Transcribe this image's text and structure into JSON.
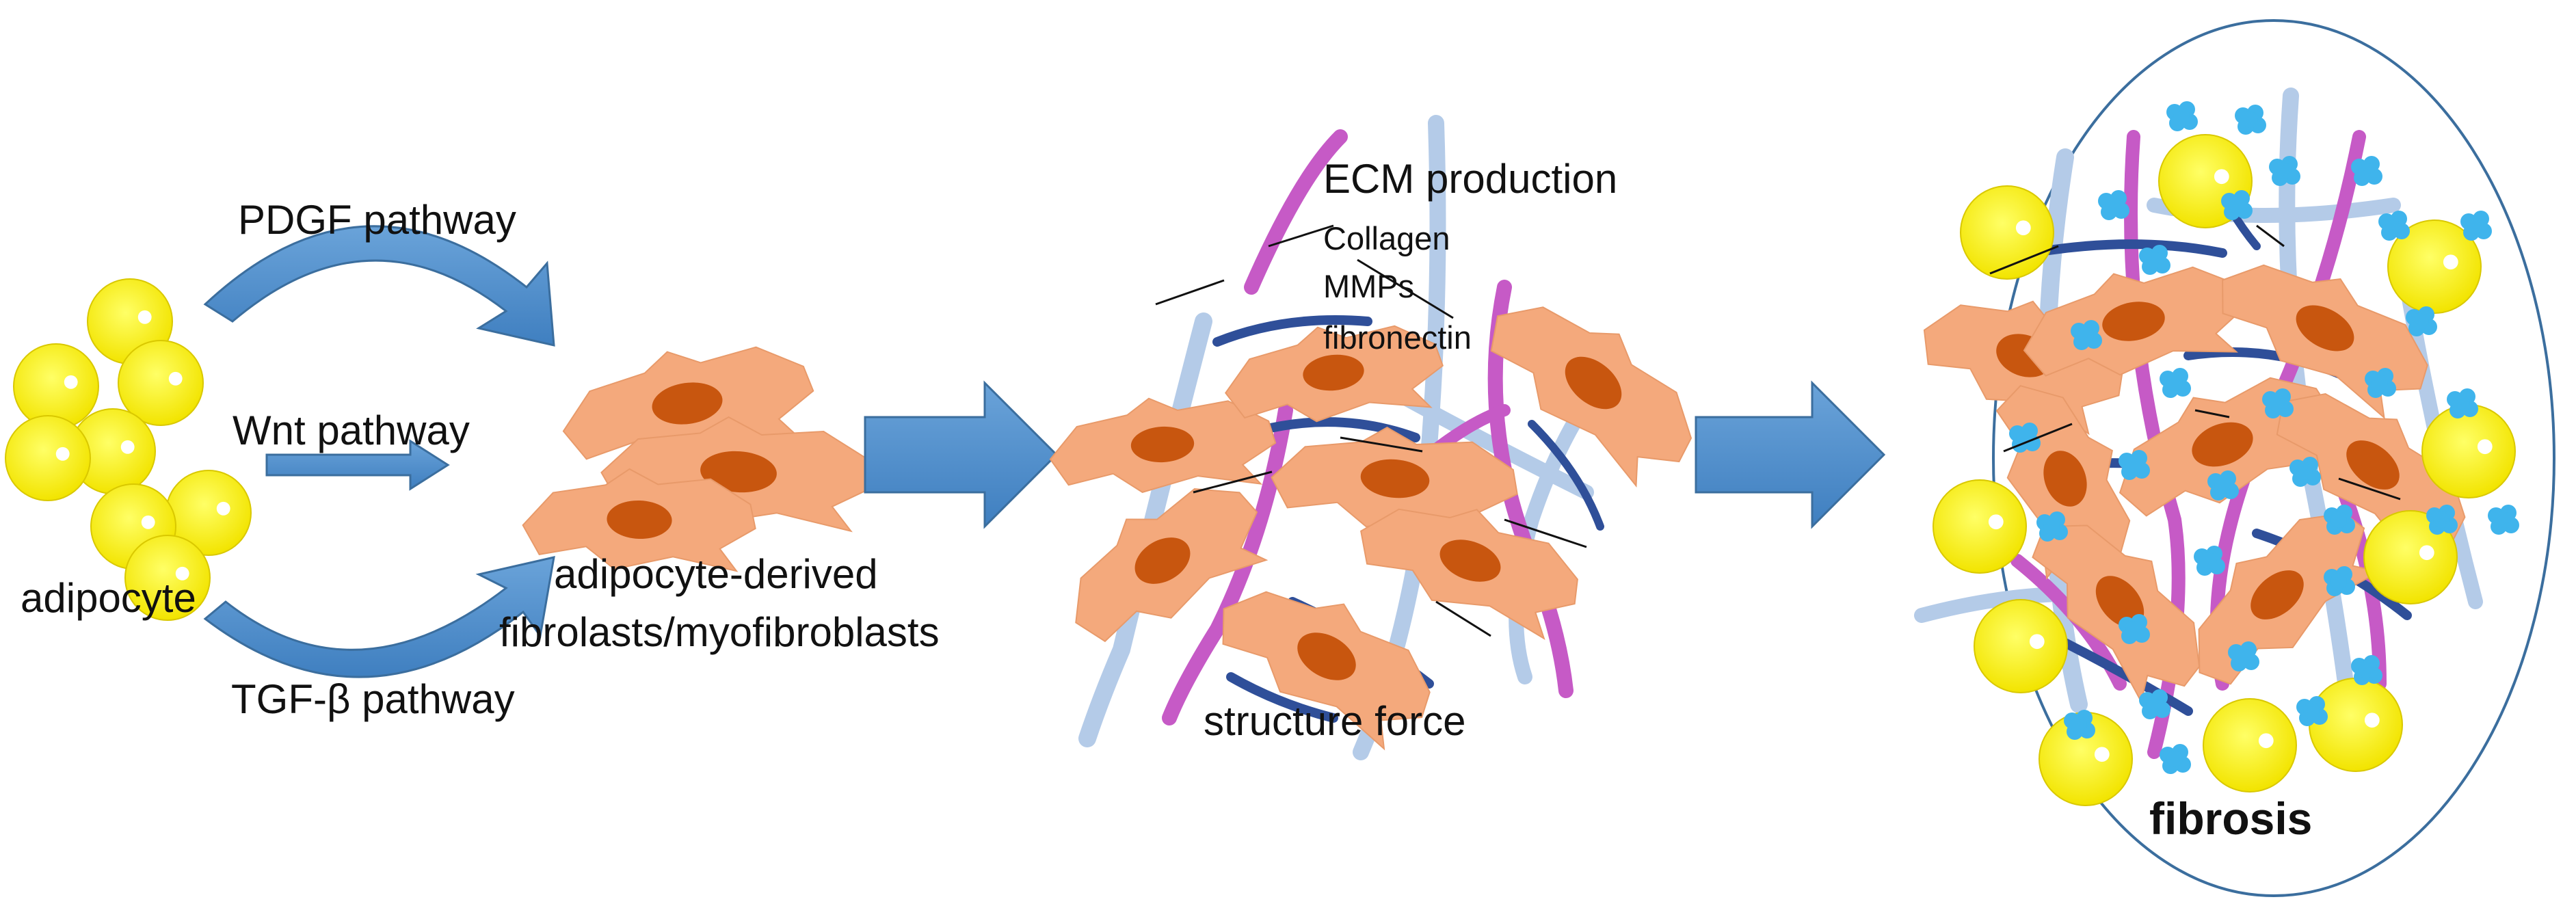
{
  "labels": {
    "adipocyte": "adipocyte",
    "pdgf": "PDGF pathway",
    "wnt": "Wnt pathway",
    "tgf": "TGF-β pathway",
    "derived_line1": "adipocyte-derived",
    "derived_line2": "fibrolasts/myofibroblasts",
    "ecm_title": "ECM production",
    "ecm_items": [
      "Collagen",
      "MMPs",
      "fibronectin"
    ],
    "structure_force": "structure force",
    "fibrosis": "fibrosis"
  },
  "colors": {
    "adipocyte_fill": "#ffff00",
    "fibroblast_body": "#f4a97c",
    "nucleus": "#c8560f",
    "arrow_blue": "#4f8fcf",
    "collagen_light": "#b4cbe8",
    "fiber_dark": "#2f4f99",
    "fiber_magenta": "#c65ac6",
    "mmp_cyan": "#3fb4ec",
    "outline": "#3b6e9e"
  }
}
